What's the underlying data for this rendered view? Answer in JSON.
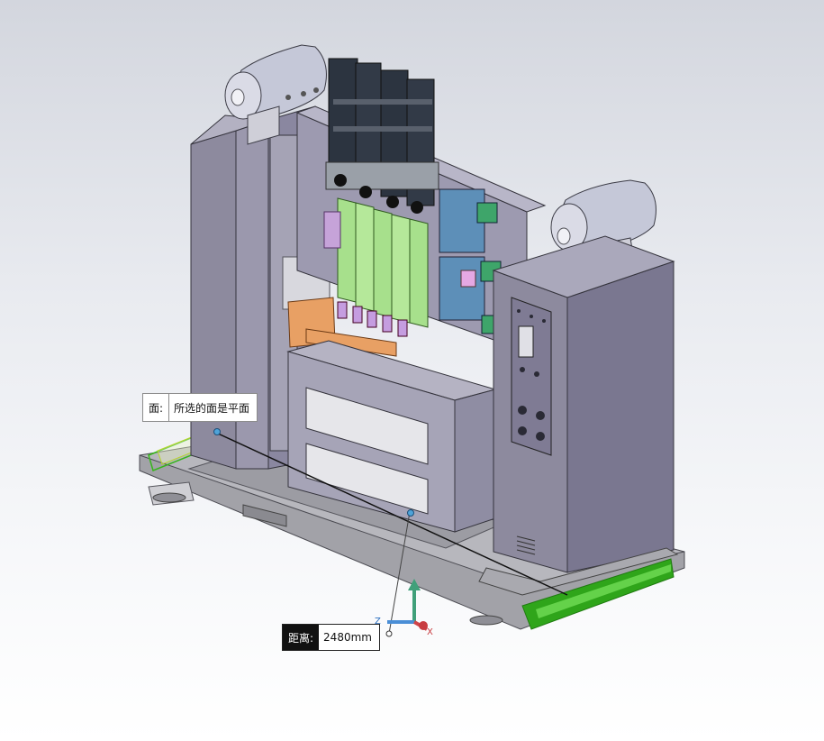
{
  "viewport": {
    "background_top": "#d3d6de",
    "background_bottom": "#ffffff"
  },
  "face_callout": {
    "label": "面:",
    "value": "所选的面是平面"
  },
  "distance_callout": {
    "label": "距离:",
    "value": "2480mm"
  },
  "triad": {
    "x_label": "X",
    "z_label": "Z"
  },
  "colors": {
    "housing": "#8d8a9e",
    "base": "#a2a2a8",
    "selection": "#35b51a",
    "slides": "#a7e08c",
    "copper": "#e8a064",
    "cylinder": "#2c3440",
    "tank": "#c5c8d8"
  }
}
